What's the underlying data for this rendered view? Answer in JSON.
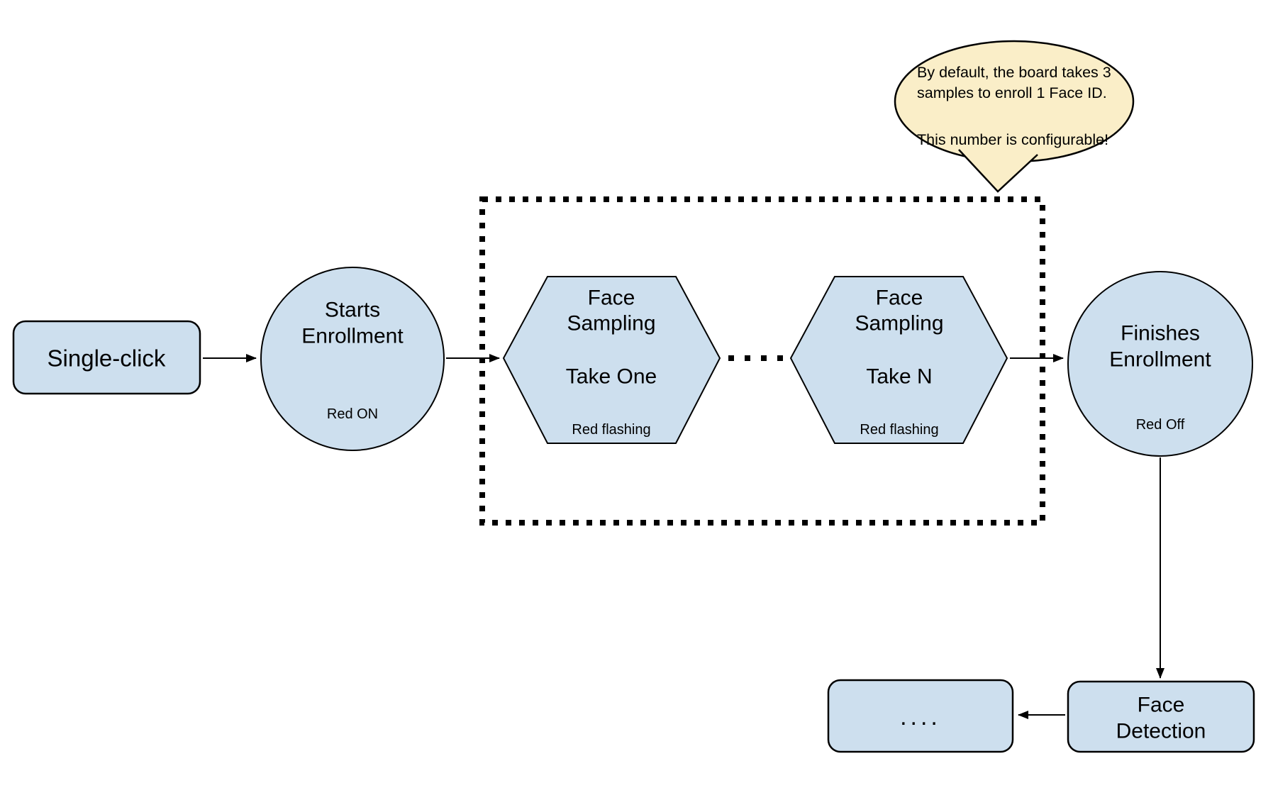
{
  "colors": {
    "background": "#ffffff",
    "node_fill": "#cddfee",
    "node_stroke": "#000000",
    "bubble_fill": "#faeec8",
    "bubble_stroke": "#000000",
    "arrow": "#000000"
  },
  "nodes": {
    "single_click": {
      "label": "Single-click"
    },
    "starts_enrollment": {
      "title_line1": "Starts",
      "title_line2": "Enrollment",
      "status": "Red ON"
    },
    "face_sampling_one": {
      "title_line1": "Face",
      "title_line2": "Sampling",
      "take_label": "Take One",
      "status": "Red flashing"
    },
    "face_sampling_n": {
      "title_line1": "Face",
      "title_line2": "Sampling",
      "take_label": "Take N",
      "status": "Red flashing"
    },
    "finishes_enrollment": {
      "title_line1": "Finishes",
      "title_line2": "Enrollment",
      "status": "Red Off"
    },
    "face_detection": {
      "title_line1": "Face",
      "title_line2": "Detection"
    },
    "continuation": {
      "label": "...."
    }
  },
  "callout": {
    "line1": "By default, the board takes 3",
    "line2": "samples to enroll 1 Face ID.",
    "line3": "This number is configurable!"
  }
}
